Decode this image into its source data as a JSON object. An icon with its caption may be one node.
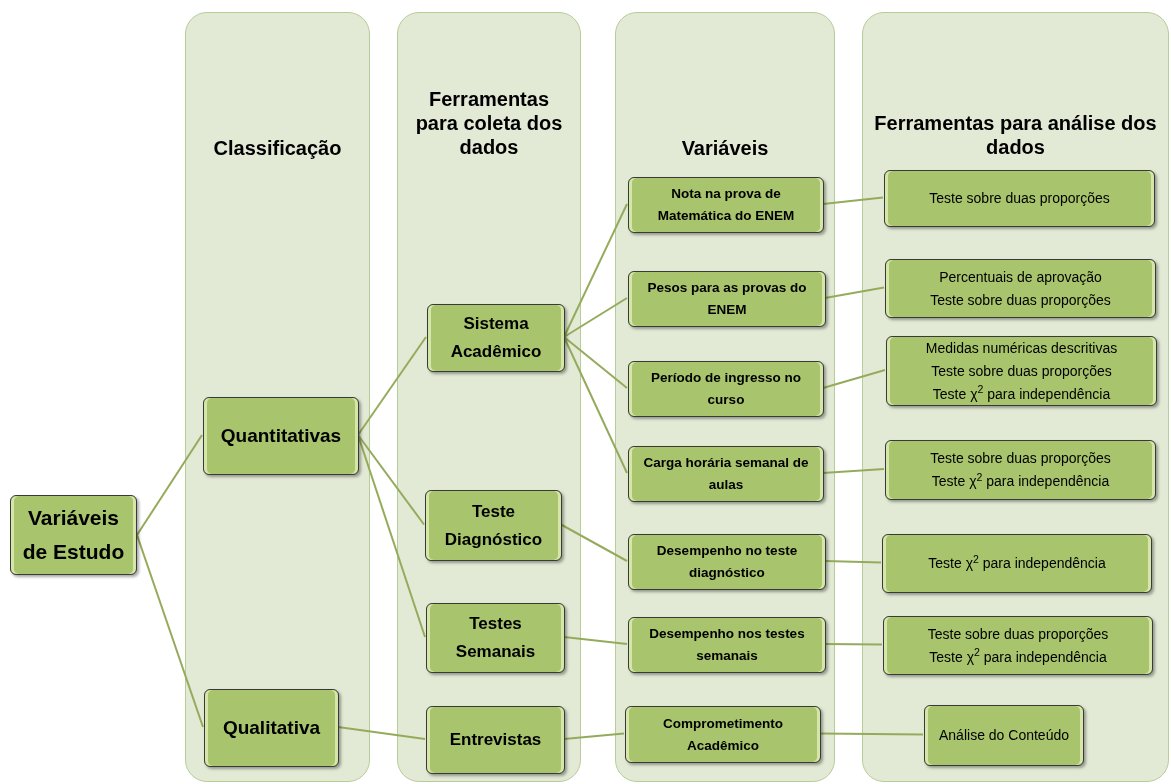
{
  "diagram": {
    "nodes": [
      {
        "text": [
          "Variáveis de Estudo"
        ]
      },
      {
        "text": [
          "Classificação"
        ]
      },
      {
        "text": [
          "Quantitativas"
        ],
        "in": 1
      },
      {
        "text": [
          "Qualitativa"
        ],
        "in": 1
      },
      {
        "text": [
          "Ferramentas para coleta dos dados"
        ]
      },
      {
        "text": [
          "Sistema Acadêmico"
        ],
        "in": 4
      },
      {
        "text": [
          "Teste Diagnóstico"
        ],
        "in": 4
      },
      {
        "text": [
          "Testes Semanais"
        ],
        "in": 4
      },
      {
        "text": [
          "Entrevistas"
        ],
        "in": 4
      },
      {
        "text": [
          "Variáveis"
        ]
      },
      {
        "text": [
          "Nota na prova de Matemática do ENEM"
        ],
        "in": 9
      },
      {
        "text": [
          "Pesos para as provas do ENEM"
        ],
        "in": 9
      },
      {
        "text": [
          "Período de ingresso no curso"
        ],
        "in": 9
      },
      {
        "text": [
          "Carga horária semanal de aulas"
        ],
        "in": 9
      },
      {
        "text": [
          "Desempenho no teste diagnóstico"
        ],
        "in": 9
      },
      {
        "text": [
          "Desempenho nos testes semanais"
        ],
        "in": 9
      },
      {
        "text": [
          "Comprometimento Acadêmico"
        ],
        "in": 9
      },
      {
        "text": [
          "Ferramentas para análise dos dados"
        ]
      },
      {
        "text": [
          "Teste sobre duas proporções"
        ],
        "in": 17
      },
      {
        "text": [
          "Percentuais de aprovação",
          "Teste sobre duas proporções"
        ],
        "in": 17
      },
      {
        "text": [
          "Medidas numéricas descritivas",
          "Teste sobre duas proporções",
          "Teste χ$^{2}$ para independência"
        ],
        "in": 17
      },
      {
        "text": [
          "Teste sobre duas proporções",
          "Teste χ$^{2}$ para independência"
        ],
        "in": 17
      },
      {
        "text": [
          "Teste χ$^{2}$ para independência"
        ],
        "in": 17
      },
      {
        "text": [
          "Teste sobre duas proporções",
          "Teste χ$^{2}$ para independência"
        ],
        "in": 17
      },
      {
        "text": [
          "Análise do Conteúdo"
        ],
        "in": 17
      }
    ],
    "edges": [
      {
        "from": 0,
        "to": 2,
        "arrow": "none"
      },
      {
        "from": 0,
        "to": 3,
        "arrow": "none"
      },
      {
        "from": 2,
        "to": 5,
        "arrow": "none"
      },
      {
        "from": 2,
        "to": 6,
        "arrow": "none"
      },
      {
        "from": 2,
        "to": 7,
        "arrow": "none"
      },
      {
        "from": 3,
        "to": 8,
        "arrow": "none"
      },
      {
        "from": 5,
        "to": 10,
        "arrow": "none"
      },
      {
        "from": 5,
        "to": 11,
        "arrow": "none"
      },
      {
        "from": 5,
        "to": 12,
        "arrow": "none"
      },
      {
        "from": 5,
        "to": 13,
        "arrow": "none"
      },
      {
        "from": 6,
        "to": 14,
        "arrow": "none"
      },
      {
        "from": 7,
        "to": 15,
        "arrow": "none"
      },
      {
        "from": 8,
        "to": 16,
        "arrow": "none"
      },
      {
        "from": 10,
        "to": 18,
        "arrow": "none"
      },
      {
        "from": 11,
        "to": 19,
        "arrow": "none"
      },
      {
        "from": 12,
        "to": 20,
        "arrow": "none"
      },
      {
        "from": 13,
        "to": 21,
        "arrow": "none"
      },
      {
        "from": 14,
        "to": 22,
        "arrow": "none"
      },
      {
        "from": 15,
        "to": 23,
        "arrow": "none"
      },
      {
        "from": 16,
        "to": 24,
        "arrow": "none"
      }
    ]
  }
}
